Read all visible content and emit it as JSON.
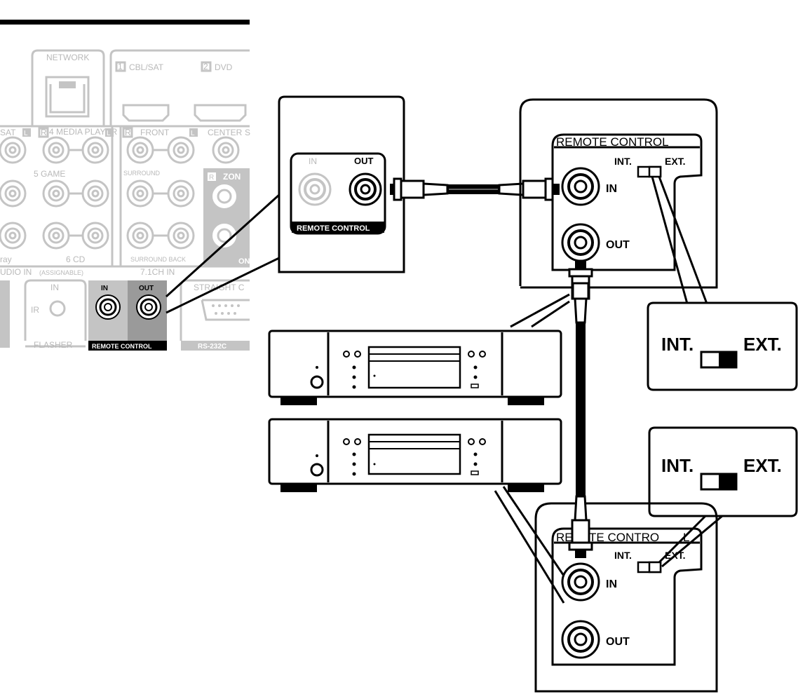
{
  "panel": {
    "network": "NETWORK",
    "hdmi_inputs": [
      "1",
      "CBL/SAT",
      "2",
      "DVD"
    ],
    "top_row": [
      "SAT",
      "L",
      "R",
      "4 MEDIA PLAYER",
      "L",
      "R",
      "FRONT",
      "L",
      "CENTER",
      "S"
    ],
    "game": "5 GAME",
    "surround": "SURROUND",
    "zone_r": "R",
    "zone": "ZON",
    "ray": "ray",
    "cd": "6 CD",
    "surround_back": "SURROUND BACK",
    "audio_in": "UDIO IN",
    "assignable": "(ASSIGNABLE)",
    "ch_in": "7.1CH IN",
    "on": "ON",
    "ir_in": "IN",
    "ir": "IR",
    "flasher": "FLASHER",
    "rc_in": "IN",
    "rc_out": "OUT",
    "rc_label": "REMOTE CONTROL",
    "straight": "STRAIGHT C",
    "rs232": "RS-232C"
  },
  "zoom_receiver": {
    "in": "IN",
    "out": "OUT",
    "label": "REMOTE CONTROL"
  },
  "player_panel_top": {
    "title": "REMOTE CONTROL",
    "int": "INT.",
    "ext": "EXT.",
    "in": "IN",
    "out": "OUT"
  },
  "switch_zoom_top": {
    "int": "INT.",
    "ext": "EXT."
  },
  "switch_zoom_bottom": {
    "int": "INT.",
    "ext": "EXT."
  },
  "player_panel_bottom": {
    "title_left": "RE",
    "title_right": "TE CONTRO",
    "title_end": "L",
    "int": "INT.",
    "ext": "EXT.",
    "in": "IN",
    "out": "OUT"
  },
  "colors": {
    "line": "#000000",
    "faded": "#c4c4c4",
    "highlight": "#9a9a9a",
    "label_bg": "#000000"
  }
}
